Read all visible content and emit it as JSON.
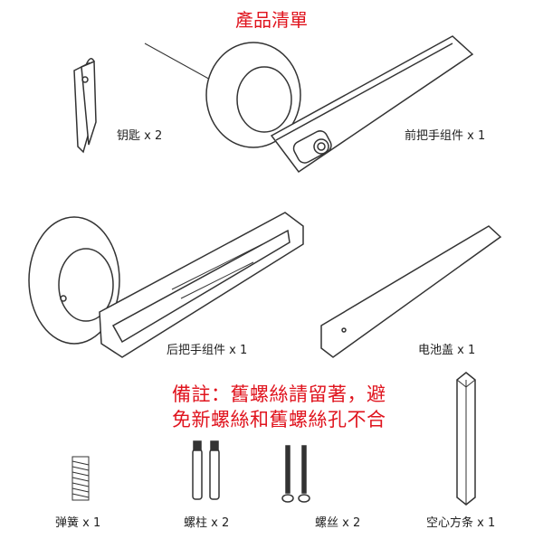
{
  "title": "產品清單",
  "parts": [
    {
      "id": "key",
      "label": "钥匙  x 2"
    },
    {
      "id": "front-handle",
      "label": "前把手组件 x 1"
    },
    {
      "id": "rear-handle",
      "label": "后把手组件 x 1"
    },
    {
      "id": "battery-cover",
      "label": "电池盖 x 1"
    },
    {
      "id": "spring",
      "label": "弹簧 x 1"
    },
    {
      "id": "stud",
      "label": "螺柱 x 2"
    },
    {
      "id": "screw",
      "label": "螺丝 x 2"
    },
    {
      "id": "hollow-square-bar",
      "label": "空心方条 x 1"
    }
  ],
  "note": {
    "line1": "備註：舊螺絲請留著，避",
    "line2": "免新螺絲和舊螺絲孔不合"
  },
  "colors": {
    "accent": "#e0141e",
    "line": "#333333"
  }
}
